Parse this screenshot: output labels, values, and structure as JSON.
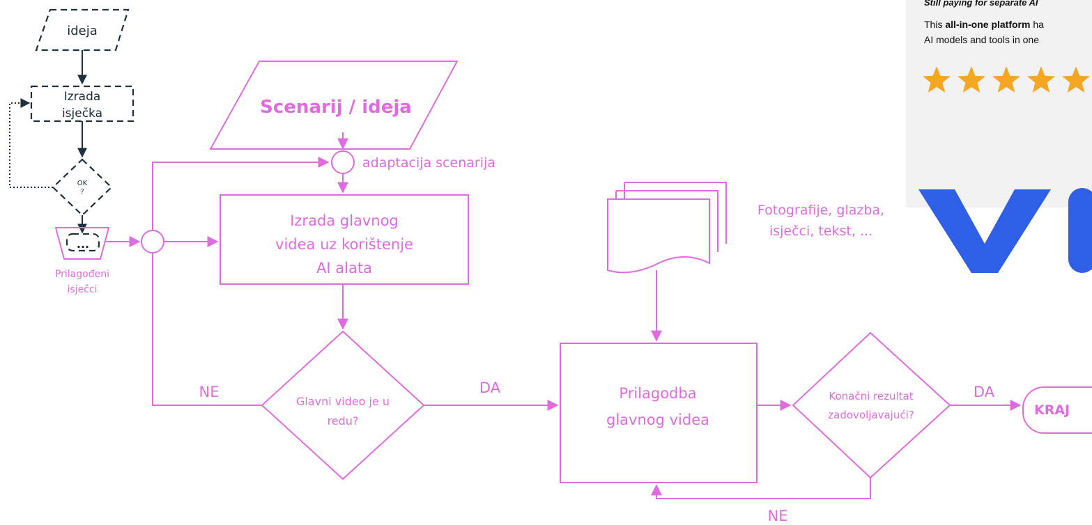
{
  "mini_flow": {
    "start_label": "ideja",
    "make_clip_line1": "Izrada",
    "make_clip_line2": "isječka",
    "check_line1": "OK",
    "check_line2": "?",
    "clips_store_label": "...",
    "clips_caption_line1": "Prilagođeni",
    "clips_caption_line2": "isječci"
  },
  "main_flow": {
    "scenario_label": "Scenarij / ideja",
    "adaptation_label": "adaptacija scenarija",
    "make_video_line1": "Izrada glavnog",
    "make_video_line2": "videa uz korištenje",
    "make_video_line3": "AI alata",
    "check1_line1": "Glavni video je u",
    "check1_line2": "redu?",
    "check1_no_label": "NE",
    "check1_yes_label": "DA",
    "media_line1": "Fotografije, glazba,",
    "media_line2": "isječci, tekst, ...",
    "adjust_line1": "Prilagodba",
    "adjust_line2": "glavnog videa",
    "check2_line1": "Konačni rezultat",
    "check2_line2": "zadovoljavajući?",
    "check2_yes_label": "DA",
    "check2_no_label": "NE",
    "end_label": "KRAJ"
  },
  "ad": {
    "top_text": "Still paying for separate AI",
    "body_prefix": "This ",
    "body_bold": "all-in-one platform",
    "body_suffix": " ha",
    "body_line2": "AI models and tools in one",
    "rating_stars": 5,
    "logo_letters": "Vi",
    "star_color": "#f5a623",
    "logo_color": "#2e5fe6"
  },
  "colors": {
    "flow_accent": "#e06be0",
    "mini_flow": "#1c3040"
  }
}
